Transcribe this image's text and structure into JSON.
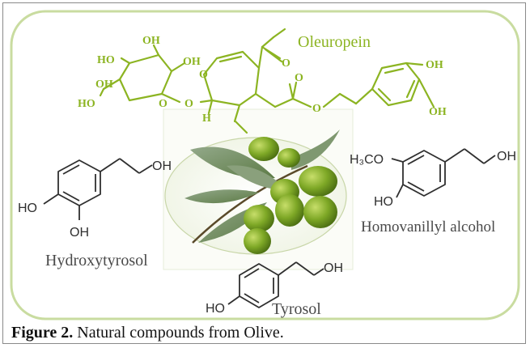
{
  "figure": {
    "caption_label": "Figure 2.",
    "caption_text": " Natural compounds from Olive.",
    "colors": {
      "frame_border": "#8a8a8a",
      "rounded_border": "#c9dca0",
      "oleuropein": "#8cb422",
      "other_molecules": "#2f2f2f",
      "olive": "#6f9a1d",
      "leaf": "#6f8a5a"
    }
  },
  "oleuropein": {
    "name": "Oleuropein",
    "groups": {
      "oh1": "OH",
      "oh2": "OH",
      "oh3": "OH",
      "ho_left": "HO",
      "ho_ch2": "HO",
      "ring_o": "O",
      "glyc_o": "O",
      "o_pyran": "O",
      "h_label": "H",
      "ester_o1": "O",
      "ester_o2": "O",
      "ester_o3": "O",
      "oh_cat1": "OH",
      "oh_cat2": "OH"
    }
  },
  "hydroxytyrosol": {
    "name": "Hydroxytyrosol",
    "oh_top": "OH",
    "ho": "HO",
    "oh_bottom": "OH"
  },
  "homovanillyl": {
    "name": "Homovanillyl alcohol",
    "h3co": "H₃CO",
    "oh_right": "OH",
    "ho": "HO"
  },
  "tyrosol": {
    "name": "Tyrosol",
    "oh": "OH",
    "ho": "HO"
  }
}
